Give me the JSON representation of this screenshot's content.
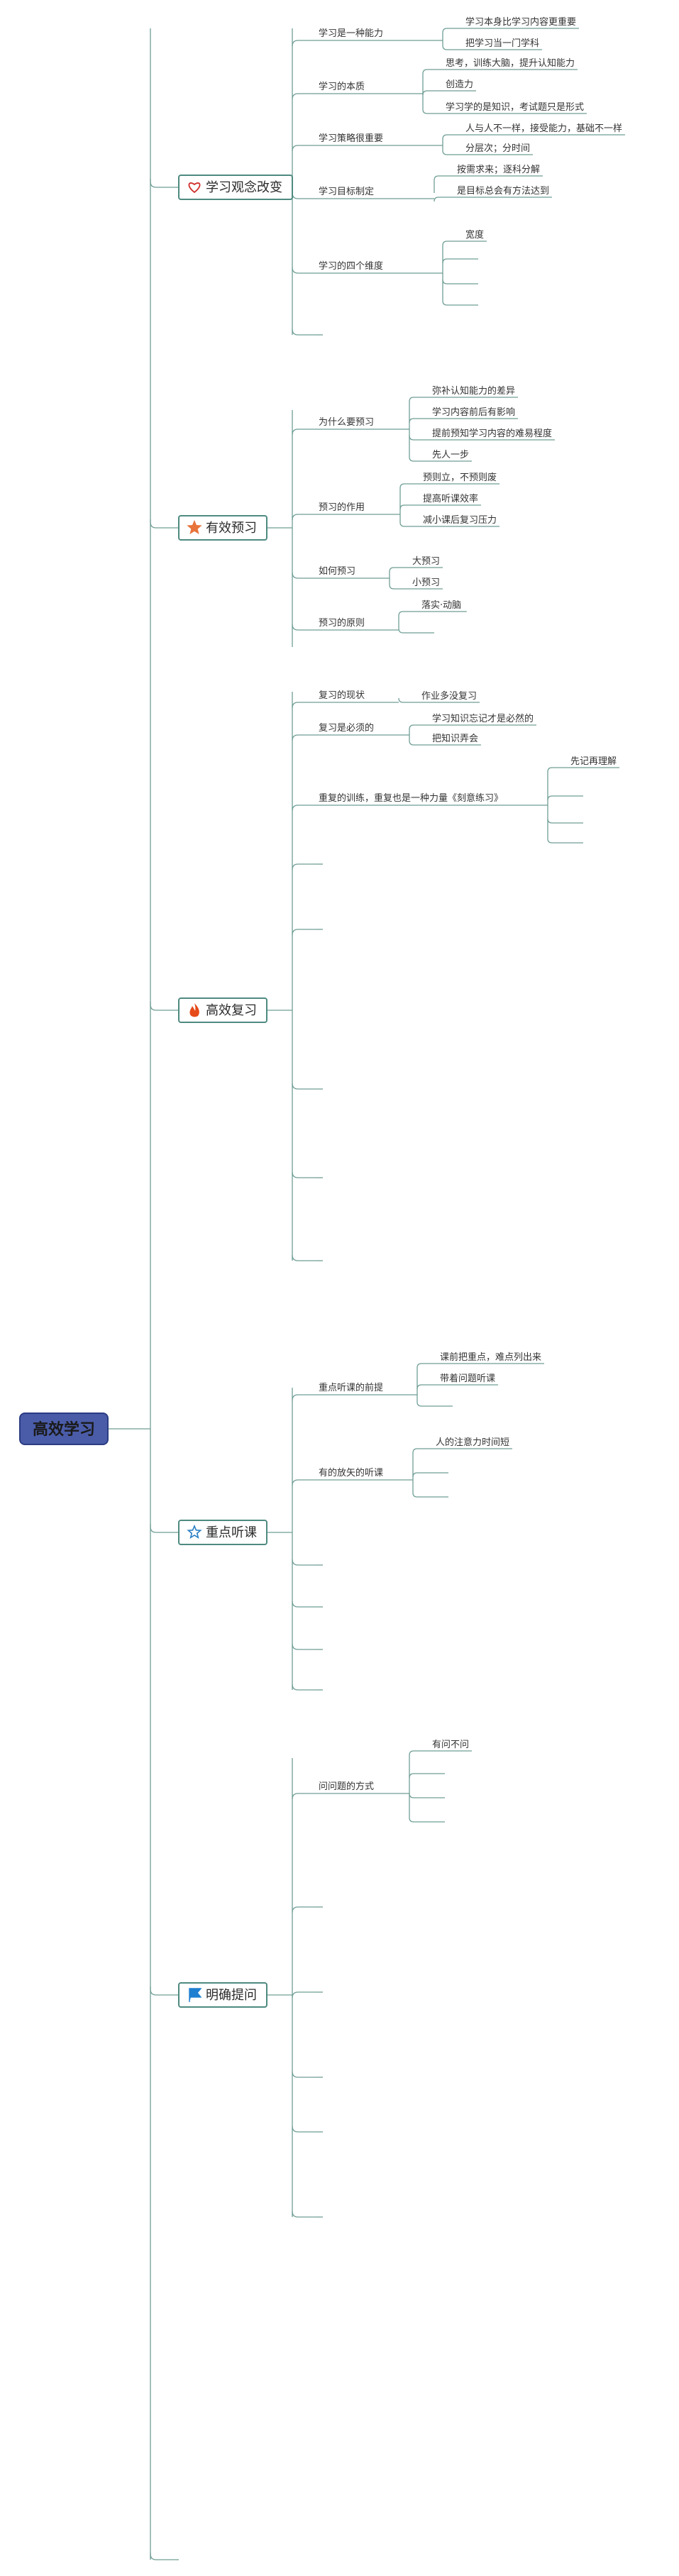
{
  "colors": {
    "root_fill": "#4a5ca8",
    "root_border": "#2c3c82",
    "line": "#6f9e95",
    "main_border": "#4e8a80",
    "text": "#333333"
  },
  "root": {
    "label": "高效学习"
  },
  "branches": [
    {
      "label": "学习观念改变",
      "icon": "heart-icon",
      "icon_color": "#d0312d",
      "children": [
        {
          "label": "学习是一种能力",
          "children": [
            {
              "label": "学习本身比学习内容更重要"
            },
            {
              "label": "把学习当一门学科"
            }
          ]
        },
        {
          "label": "学习的本质",
          "children": [
            {
              "label": "思考，训练大脑，提升认知能力"
            },
            {
              "label": "创造力"
            },
            {
              "label": "学习学的是知识，考试题只是形式"
            }
          ]
        },
        {
          "label": "学习策略很重要",
          "children": [
            {
              "label": "人与人不一样，接受能力，基础不一样"
            },
            {
              "label": "分层次；分时间"
            }
          ]
        },
        {
          "label": "学习目标制定",
          "children": [
            {
              "label": "按需求来；逐科分解"
            },
            {
              "label": "是目标总会有方法达到"
            }
          ]
        },
        {
          "label": "学习的四个维度",
          "children": [
            {
              "label": "宽度"
            },
            {
              "label": ""
            },
            {
              "label": ""
            },
            {
              "label": ""
            }
          ]
        },
        {
          "label": "",
          "children": []
        }
      ]
    },
    {
      "label": "有效预习",
      "icon": "star-icon",
      "icon_color": "#e8743b",
      "children": [
        {
          "label": "为什么要预习",
          "children": [
            {
              "label": "弥补认知能力的差异"
            },
            {
              "label": "学习内容前后有影响"
            },
            {
              "label": "提前预知学习内容的难易程度"
            },
            {
              "label": "先人一步"
            }
          ]
        },
        {
          "label": "预习的作用",
          "children": [
            {
              "label": "预则立，不预则废"
            },
            {
              "label": "提高听课效率"
            },
            {
              "label": "减小课后复习压力"
            }
          ]
        },
        {
          "label": "如何预习",
          "children": [
            {
              "label": "大预习"
            },
            {
              "label": "小预习"
            }
          ]
        },
        {
          "label": "预习的原则",
          "children": [
            {
              "label": "落实·动脑"
            },
            {
              "label": ""
            }
          ]
        }
      ]
    },
    {
      "label": "高效复习",
      "icon": "fire-icon",
      "icon_color": "#e64a19",
      "children": [
        {
          "label": "复习的现状",
          "children": [
            {
              "label": "作业多没复习"
            }
          ]
        },
        {
          "label": "复习是必须的",
          "children": [
            {
              "label": "学习知识忘记才是必然的"
            },
            {
              "label": "把知识弄会"
            }
          ]
        },
        {
          "label": "重复的训练，重复也是一种力量《刻意练习》",
          "children": [
            {
              "label": "先记再理解"
            },
            {
              "label": ""
            },
            {
              "label": ""
            },
            {
              "label": ""
            }
          ]
        },
        {
          "label": "",
          "children": []
        },
        {
          "label": "",
          "children": []
        },
        {
          "label": "",
          "children": []
        },
        {
          "label": "",
          "children": []
        },
        {
          "label": "",
          "children": []
        }
      ]
    },
    {
      "label": "重点听课",
      "icon": "star-outline-icon",
      "icon_color": "#2a7fc4",
      "children": [
        {
          "label": "重点听课的前提",
          "children": [
            {
              "label": "课前把重点，难点列出来"
            },
            {
              "label": "带着问题听课"
            },
            {
              "label": ""
            }
          ]
        },
        {
          "label": "有的放矢的听课",
          "children": [
            {
              "label": "人的注意力时间短"
            },
            {
              "label": ""
            },
            {
              "label": ""
            }
          ]
        },
        {
          "label": "",
          "children": []
        },
        {
          "label": "",
          "children": []
        },
        {
          "label": "",
          "children": []
        },
        {
          "label": "",
          "children": []
        }
      ]
    },
    {
      "label": "明确提问",
      "icon": "flag-icon",
      "icon_color": "#1f7fd1",
      "children": [
        {
          "label": "问问题的方式",
          "children": [
            {
              "label": "有问不问"
            },
            {
              "label": ""
            },
            {
              "label": ""
            },
            {
              "label": ""
            }
          ]
        },
        {
          "label": "",
          "children": []
        },
        {
          "label": "",
          "children": []
        },
        {
          "label": "",
          "children": []
        },
        {
          "label": "",
          "children": []
        },
        {
          "label": "",
          "children": []
        }
      ]
    },
    {
      "label": "",
      "icon": "",
      "children": []
    }
  ]
}
